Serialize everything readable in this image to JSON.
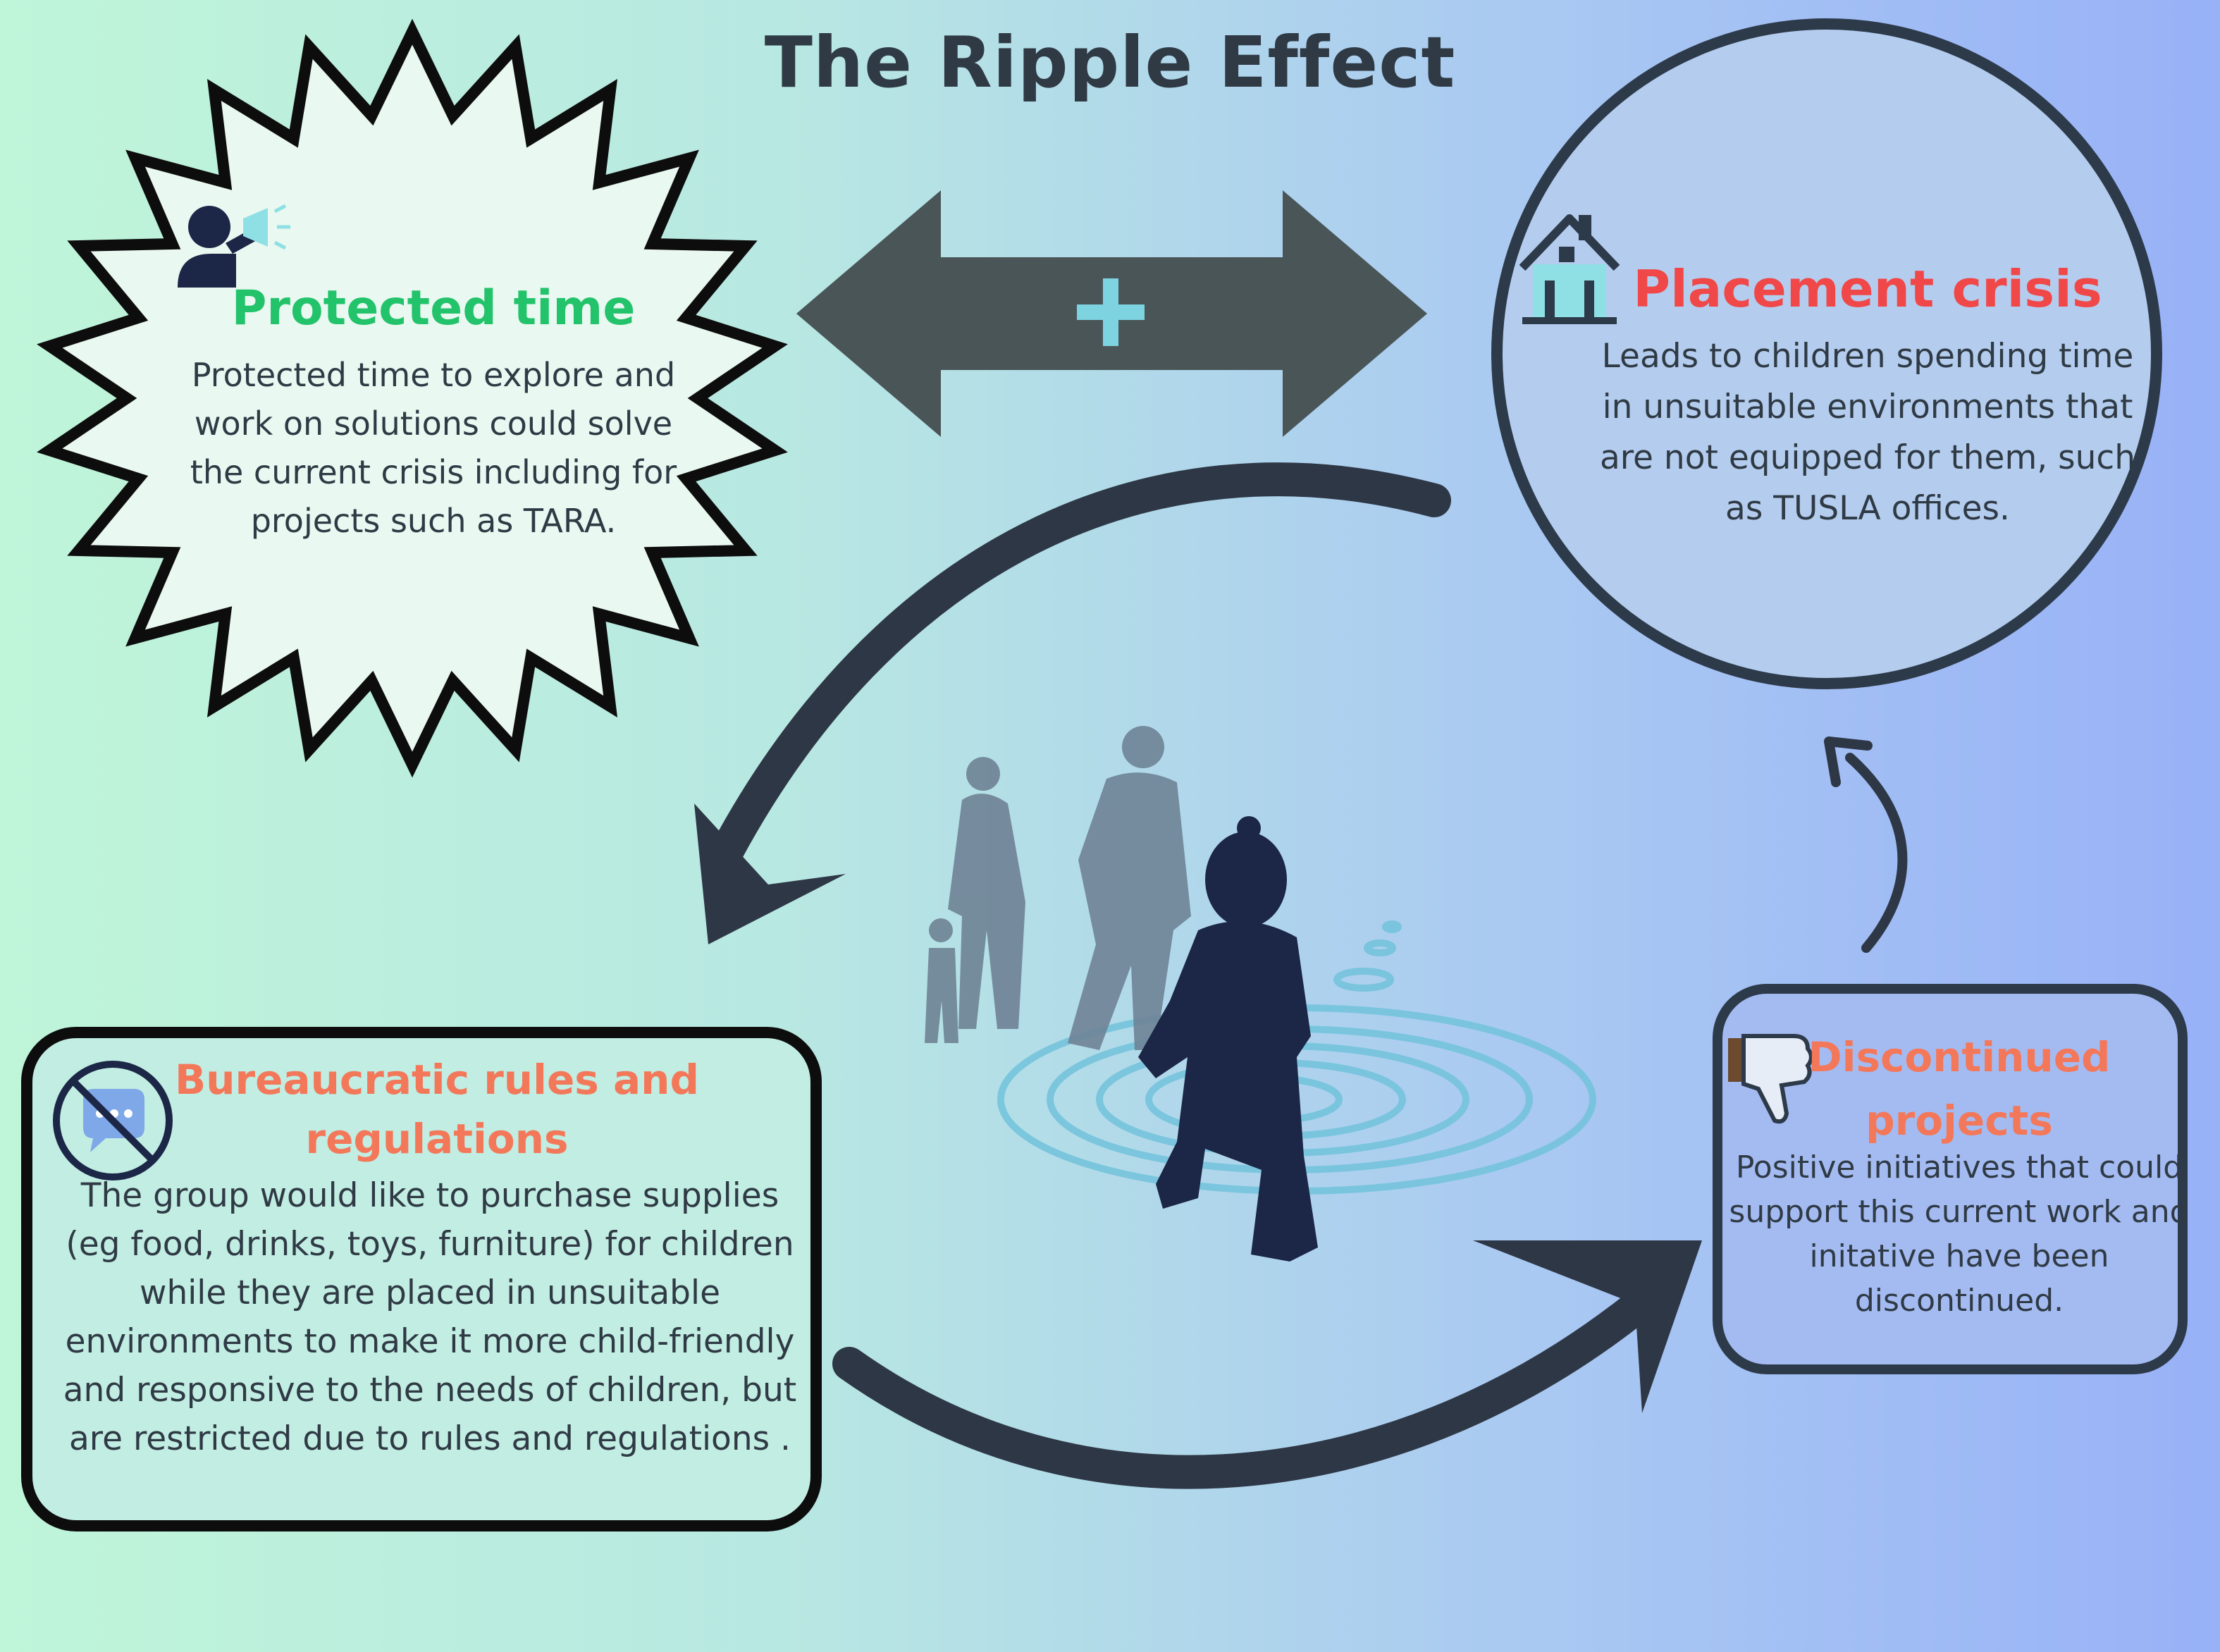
{
  "title": "The Ripple Effect",
  "protected_time": {
    "title": "Protected time",
    "body": "Protected time to explore and work on solutions could solve the current crisis including for projects such as TARA."
  },
  "placement_crisis": {
    "title": "Placement crisis",
    "body": "Leads to children spending time in unsuitable environments that are not equipped for them, such as TUSLA offices."
  },
  "bureaucratic": {
    "title": "Bureaucratic rules and regulations",
    "body": "The group would like to purchase supplies (eg food, drinks, toys, furniture) for children while they are placed  in unsuitable environments to make it more child-friendly and responsive to the needs of children, but are restricted due to rules and regulations ."
  },
  "discontinued": {
    "title": "Discontinued projects",
    "body": "Positive initiatives that could support this current work and initative have been discontinued."
  },
  "double_arrow": {
    "symbol": "+"
  },
  "icons": {
    "protected_time": "megaphone-person-icon",
    "placement_crisis": "house-icon",
    "bureaucratic": "no-chat-icon",
    "discontinued": "thumbs-down-icon"
  },
  "colors": {
    "green_title": "#22c36a",
    "red_title": "#f04848",
    "orange_title": "#f3785a",
    "dark": "#2f3a45",
    "arrow_gray": "#4a5558",
    "plus": "#7dd3e0",
    "ripple": "#72c3dc",
    "silhouette_dark": "#1c2647",
    "silhouette_light": "#6f8396"
  }
}
